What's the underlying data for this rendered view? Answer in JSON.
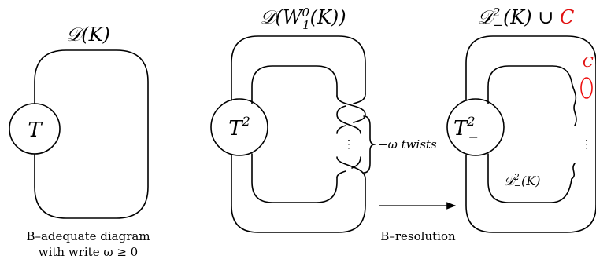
{
  "titles": {
    "left": "𝒟(K)",
    "middle_prefix": "𝒟(",
    "middle_W": "W",
    "middle_sup": "0",
    "middle_sub": "1",
    "middle_suffix": "(K))",
    "right_prefix": "𝒟",
    "right_sup": "2",
    "right_sub": "−",
    "right_suffix": "(K) ∪ ",
    "right_red": "C"
  },
  "tangles": {
    "left": "T",
    "middle_base": "T",
    "middle_sup": "2",
    "right_base": "T",
    "right_sup": "2",
    "right_sub": "−"
  },
  "twists_label": "−ω twists",
  "curve_label": "C",
  "inner_label_prefix": "𝒟",
  "inner_label_sup": "2",
  "inner_label_sub": "−",
  "inner_label_suffix": "(K)",
  "caption_left_line1": "B–adequate diagram",
  "caption_left_line2": "with write ω ≥ 0",
  "caption_middle": "B–resolution",
  "colors": {
    "highlight": "#e11111",
    "ink": "#000000"
  }
}
